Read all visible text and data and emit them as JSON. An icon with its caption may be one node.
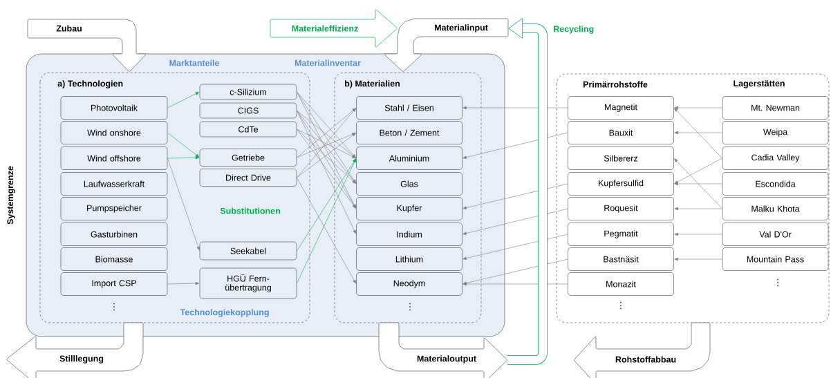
{
  "diagram": {
    "nodes": [
      {
        "text": [
          "Systemgrenze"
        ]
      },
      {
        "text": [
          "a) Technologien"
        ],
        "in": 0
      },
      {
        "text": [
          "b) Materialien"
        ],
        "in": 0
      },
      {
        "text": [
          "Photovoltaik"
        ],
        "in": 1
      },
      {
        "text": [
          "Wind onshore"
        ],
        "in": 1
      },
      {
        "text": [
          "Wind offshore"
        ],
        "in": 1
      },
      {
        "text": [
          "Laufwasserkraft"
        ],
        "in": 1
      },
      {
        "text": [
          "Pumpspeicher"
        ],
        "in": 1
      },
      {
        "text": [
          "Gasturbinen"
        ],
        "in": 1
      },
      {
        "text": [
          "Biomasse"
        ],
        "in": 1
      },
      {
        "text": [
          "Import CSP"
        ],
        "in": 1
      },
      {
        "text": [
          "c-Silizium"
        ],
        "in": 1
      },
      {
        "text": [
          "CIGS"
        ],
        "in": 1
      },
      {
        "text": [
          "CdTe"
        ],
        "in": 1
      },
      {
        "text": [
          "Getriebe"
        ],
        "in": 1
      },
      {
        "text": [
          "Direct Drive"
        ],
        "in": 1
      },
      {
        "text": [
          "Seekabel"
        ],
        "in": 1
      },
      {
        "text": [
          "HGÜ Fern-übertragung"
        ],
        "in": 1
      },
      {
        "text": [
          "Stahl / Eisen"
        ],
        "in": 2
      },
      {
        "text": [
          "Beton / Zement"
        ],
        "in": 2
      },
      {
        "text": [
          "Aluminium"
        ],
        "in": 2
      },
      {
        "text": [
          "Glas"
        ],
        "in": 2
      },
      {
        "text": [
          "Kupfer"
        ],
        "in": 2
      },
      {
        "text": [
          "Indium"
        ],
        "in": 2
      },
      {
        "text": [
          "Lithium"
        ],
        "in": 2
      },
      {
        "text": [
          "Neodym"
        ],
        "in": 2
      },
      {
        "text": [
          "Primärrohstoffe",
          "Lagerstätten"
        ]
      },
      {
        "text": [
          "Magnetit"
        ],
        "in": 26
      },
      {
        "text": [
          "Bauxit"
        ],
        "in": 26
      },
      {
        "text": [
          "Silbererz"
        ],
        "in": 26
      },
      {
        "text": [
          "Kupfersulfid"
        ],
        "in": 26
      },
      {
        "text": [
          "Roquesit"
        ],
        "in": 26
      },
      {
        "text": [
          "Pegmatit"
        ],
        "in": 26
      },
      {
        "text": [
          "Bastnäsit"
        ],
        "in": 26
      },
      {
        "text": [
          "Monazit"
        ],
        "in": 26
      },
      {
        "text": [
          "Mt. Newman"
        ],
        "in": 26
      },
      {
        "text": [
          "Weipa"
        ],
        "in": 26
      },
      {
        "text": [
          "Cadia Valley"
        ],
        "in": 26
      },
      {
        "text": [
          "Escondida"
        ],
        "in": 26
      },
      {
        "text": [
          "Malku Khota"
        ],
        "in": 26
      },
      {
        "text": [
          "Val D'Or"
        ],
        "in": 26
      },
      {
        "text": [
          "Mountain Pass"
        ],
        "in": 26
      },
      {
        "text": [
          "Zubau"
        ]
      },
      {
        "text": [
          "Materialeffizienz"
        ]
      },
      {
        "text": [
          "Materialinput"
        ]
      },
      {
        "text": [
          "Stilllegung"
        ]
      },
      {
        "text": [
          "Materialoutput"
        ]
      },
      {
        "text": [
          "Rohstoffabbau"
        ]
      }
    ],
    "edges": [
      {
        "from": 3,
        "to": 11,
        "arrow": "to",
        "color": "#00b050"
      },
      {
        "from": 4,
        "to": 14,
        "arrow": "to",
        "color": "#00b050"
      },
      {
        "from": 5,
        "to": 14,
        "arrow": "to",
        "color": "#00b050"
      },
      {
        "from": 5,
        "to": 16,
        "arrow": "to"
      },
      {
        "from": 10,
        "to": 17,
        "arrow": "to"
      },
      {
        "from": 11,
        "to": 20,
        "arrow": "to"
      },
      {
        "from": 11,
        "to": 21,
        "arrow": "to"
      },
      {
        "from": 11,
        "to": 22,
        "arrow": "to"
      },
      {
        "from": 12,
        "to": 20,
        "arrow": "to"
      },
      {
        "from": 12,
        "to": 21,
        "arrow": "to"
      },
      {
        "from": 12,
        "to": 22,
        "arrow": "to"
      },
      {
        "from": 12,
        "to": 23,
        "arrow": "to"
      },
      {
        "from": 13,
        "to": 20,
        "arrow": "to"
      },
      {
        "from": 13,
        "to": 21,
        "arrow": "to"
      },
      {
        "from": 13,
        "to": 22,
        "arrow": "to"
      },
      {
        "from": 14,
        "to": 18,
        "arrow": "to"
      },
      {
        "from": 14,
        "to": 19,
        "arrow": "to"
      },
      {
        "from": 15,
        "to": 18,
        "arrow": "to"
      },
      {
        "from": 15,
        "to": 19,
        "arrow": "to"
      },
      {
        "from": 15,
        "to": 25,
        "arrow": "to"
      },
      {
        "from": 16,
        "to": 20,
        "arrow": "to",
        "color": "#00b050"
      },
      {
        "from": 17,
        "to": 20,
        "arrow": "to",
        "color": "#00b050"
      },
      {
        "from": 27,
        "to": 18,
        "arrow": "to"
      },
      {
        "from": 28,
        "to": 20,
        "arrow": "to"
      },
      {
        "from": 30,
        "to": 22,
        "arrow": "to"
      },
      {
        "from": 31,
        "to": 23,
        "arrow": "to"
      },
      {
        "from": 32,
        "to": 24,
        "arrow": "to"
      },
      {
        "from": 33,
        "to": 25,
        "arrow": "to"
      },
      {
        "from": 34,
        "to": 25,
        "arrow": "to"
      },
      {
        "from": 35,
        "to": 27,
        "arrow": "to"
      },
      {
        "from": 36,
        "to": 28,
        "arrow": "to"
      },
      {
        "from": 37,
        "to": 27,
        "arrow": "to"
      },
      {
        "from": 37,
        "to": 30,
        "arrow": "to"
      },
      {
        "from": 38,
        "to": 30,
        "arrow": "to"
      },
      {
        "from": 39,
        "to": 29,
        "arrow": "to"
      },
      {
        "from": 39,
        "to": 31,
        "arrow": "to"
      },
      {
        "from": 40,
        "to": 32,
        "arrow": "to"
      },
      {
        "from": 41,
        "to": 33,
        "arrow": "to"
      },
      {
        "from": 46,
        "to": 44,
        "arrow": "to",
        "label": "Recycling",
        "style": "thick",
        "color": "#00b050"
      }
    ],
    "labels": [
      "Marktanteile",
      "Materialinventar",
      "Substitutionen",
      "Technologiekopplung",
      "⋮",
      "⋮",
      "⋮",
      "⋮"
    ]
  }
}
